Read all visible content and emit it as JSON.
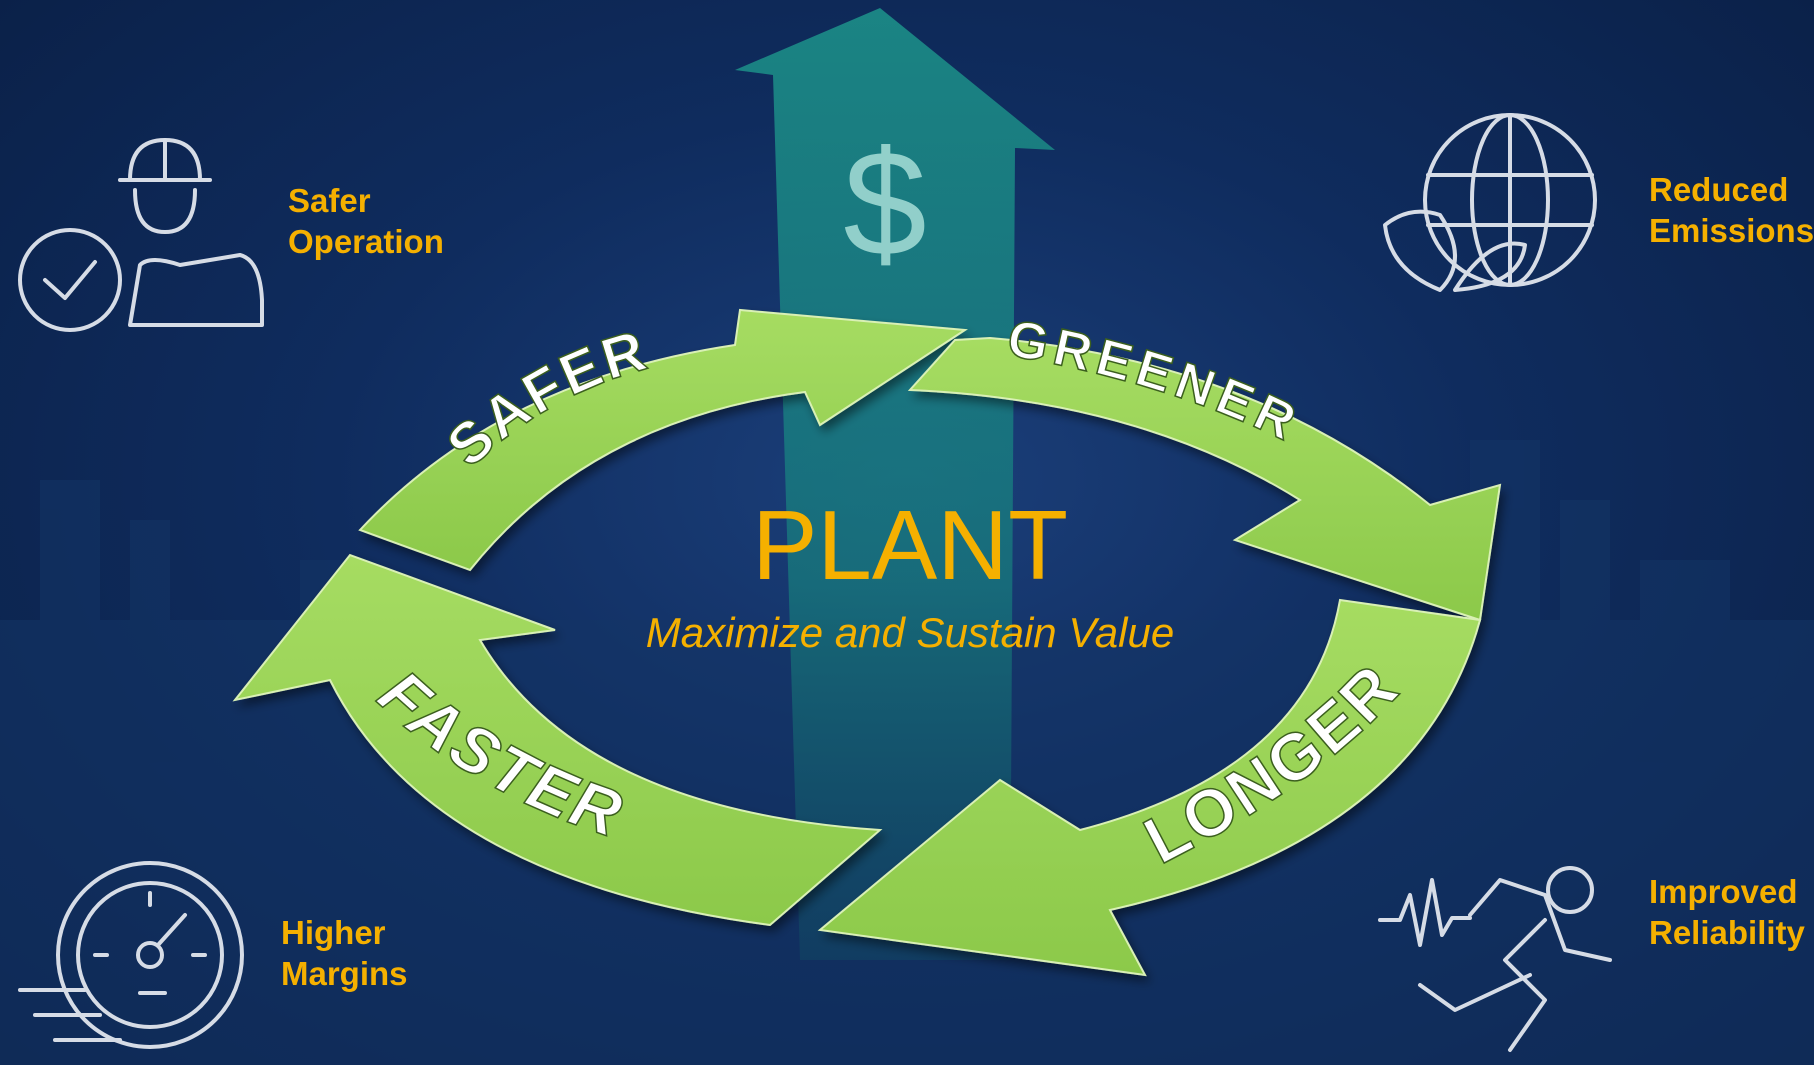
{
  "diagram": {
    "center_title": "PLANT",
    "center_subtitle": "Maximize and Sustain Value",
    "dollar_symbol": "$",
    "cycle_labels": {
      "safer": "SAFER",
      "greener": "GREENER",
      "longer": "LONGER",
      "faster": "FASTER"
    },
    "benefits": {
      "safer_operation": {
        "line1": "Safer",
        "line2": "Operation",
        "icon": "worker-check-icon"
      },
      "reduced_emissions": {
        "line1": "Reduced",
        "line2": "Emissions",
        "icon": "globe-leaf-icon"
      },
      "higher_margins": {
        "line1": "Higher",
        "line2": "Margins",
        "icon": "speedometer-icon"
      },
      "improved_reliability": {
        "line1": "Improved",
        "line2": "Reliability",
        "icon": "runner-pulse-icon"
      }
    }
  },
  "colors": {
    "background": "#0f2c5e",
    "arrow_green": "#9bd356",
    "value_arrow_teal": "#1d8a82",
    "label_gold": "#f5b000",
    "icon_stroke": "#d6dce6"
  }
}
